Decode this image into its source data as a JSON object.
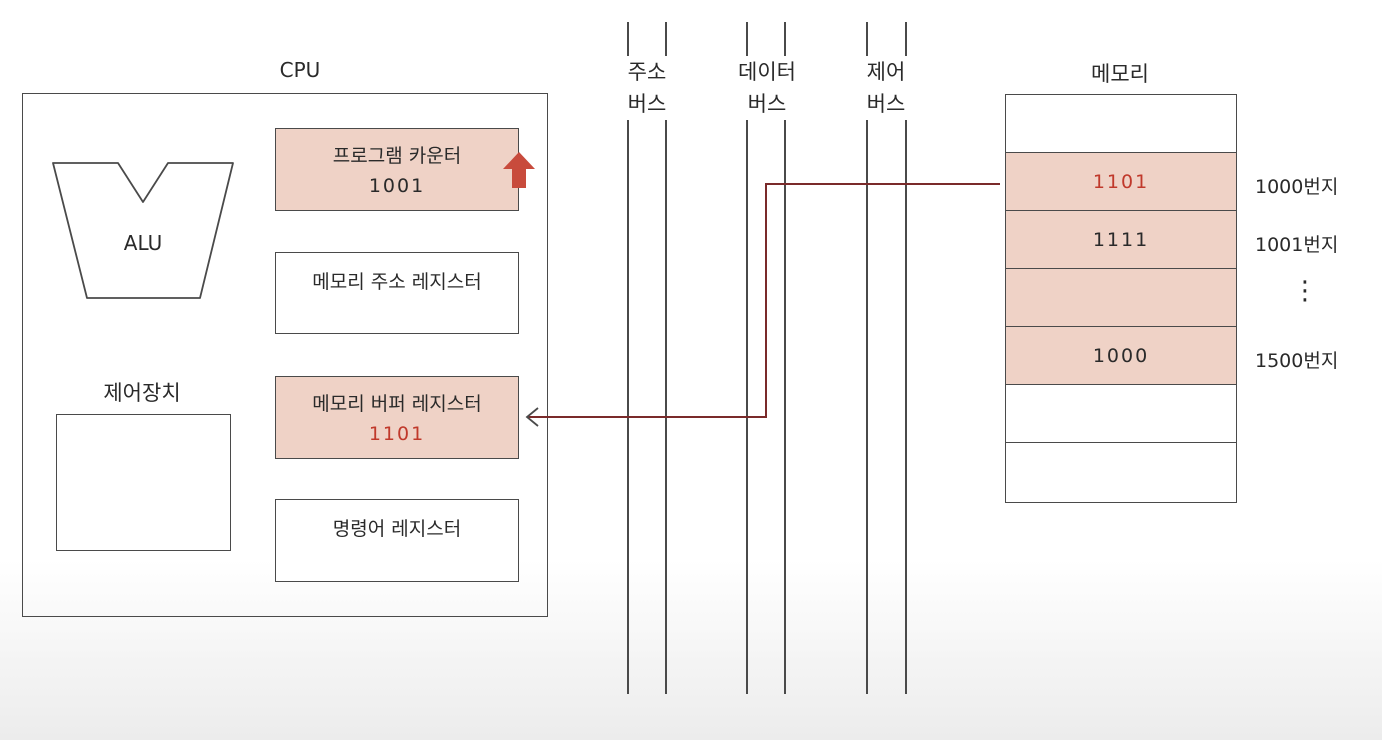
{
  "cpu": {
    "title": "CPU",
    "alu_label": "ALU",
    "control_unit_label": "제어장치",
    "registers": [
      {
        "name": "프로그램 카운터",
        "value": "1001",
        "highlighted": true
      },
      {
        "name": "메모리 주소 레지스터",
        "value": "",
        "highlighted": false
      },
      {
        "name": "메모리 버퍼 레지스터",
        "value": "1101",
        "highlighted": true
      },
      {
        "name": "명령어 레지스터",
        "value": "",
        "highlighted": false
      }
    ]
  },
  "buses": [
    {
      "line1": "주소",
      "line2": "버스"
    },
    {
      "line1": "데이터",
      "line2": "버스"
    },
    {
      "line1": "제어",
      "line2": "버스"
    }
  ],
  "memory": {
    "title": "메모리",
    "cells": [
      {
        "value": "",
        "highlighted": false,
        "address": ""
      },
      {
        "value": "1101",
        "highlighted": true,
        "address": "1000번지",
        "value_color": "#c0392b"
      },
      {
        "value": "1111",
        "highlighted": true,
        "address": "1001번지"
      },
      {
        "value": "",
        "highlighted": true,
        "address": "⋮"
      },
      {
        "value": "1000",
        "highlighted": true,
        "address": "1500번지"
      },
      {
        "value": "",
        "highlighted": false,
        "address": ""
      },
      {
        "value": "",
        "highlighted": false,
        "address": ""
      }
    ]
  },
  "colors": {
    "highlight_fill": "#efd2c6",
    "arrow_color": "#7a2a2a",
    "pc_increment_arrow": "#c84b3c",
    "value_red": "#c0392b"
  }
}
